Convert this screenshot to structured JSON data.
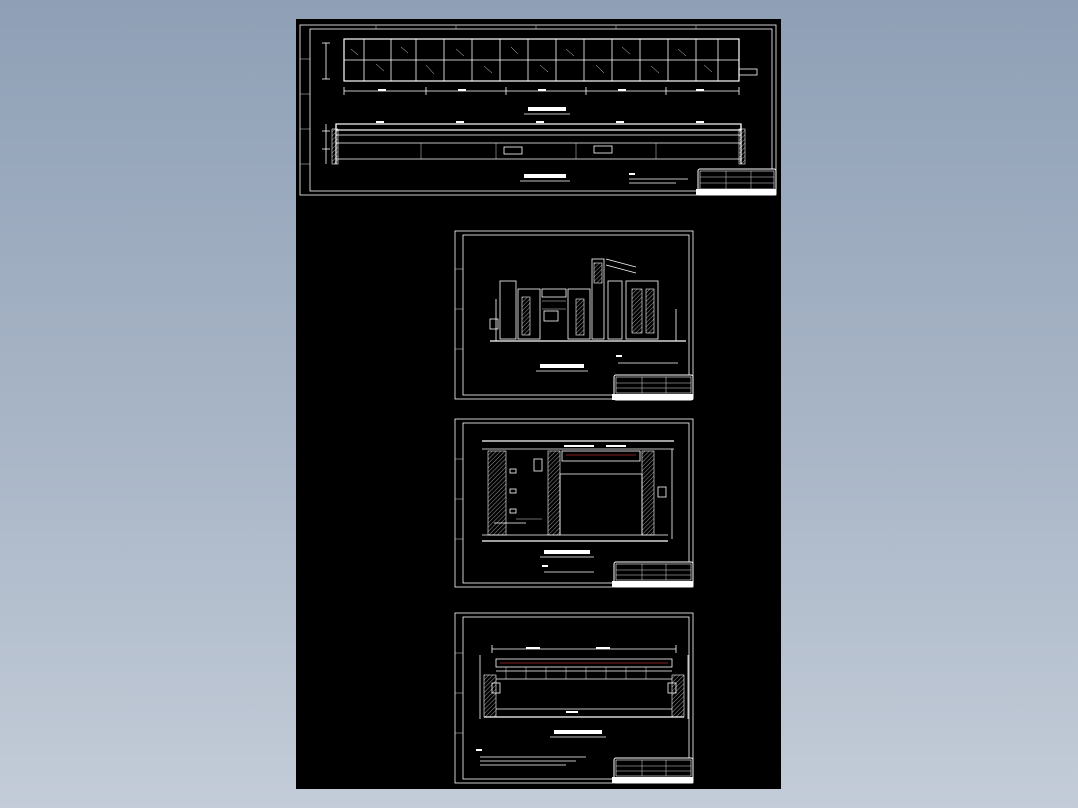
{
  "colors": {
    "background_top": "#8fa0b6",
    "canvas": "#000000",
    "linework": "#ffffff",
    "accent": "#ff4040"
  },
  "sheets": [
    {
      "id": "sheet-1",
      "caption": ""
    },
    {
      "id": "sheet-2",
      "caption": ""
    },
    {
      "id": "sheet-3",
      "caption": ""
    },
    {
      "id": "sheet-4",
      "caption": ""
    }
  ]
}
